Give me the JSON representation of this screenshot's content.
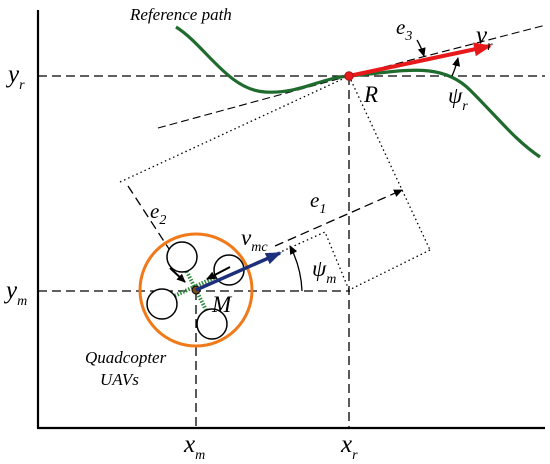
{
  "labels": {
    "reference_path": "Reference path",
    "quadcopter_line1": "Quadcopter",
    "quadcopter_line2": "UAVs",
    "point_R": "R",
    "point_M": "M"
  },
  "axes": {
    "y_r": {
      "main": "y",
      "sub": "r"
    },
    "y_m": {
      "main": "y",
      "sub": "m"
    },
    "x_m": {
      "main": "x",
      "sub": "m"
    },
    "x_r": {
      "main": "x",
      "sub": "r"
    }
  },
  "vectors": {
    "v_r": {
      "main": "v",
      "sub": "r"
    },
    "v_mc": {
      "main": "v",
      "sub": "mc"
    }
  },
  "angles": {
    "psi_r": {
      "main": "ψ",
      "sub": "r"
    },
    "psi_m": {
      "main": "ψ",
      "sub": "m"
    }
  },
  "errors": {
    "e1": {
      "main": "e",
      "sub": "1"
    },
    "e2": {
      "main": "e",
      "sub": "2"
    },
    "e3": {
      "main": "e",
      "sub": "3"
    }
  },
  "colors": {
    "path": "#1f6b2e",
    "vr_arrow": "#e8191a",
    "vmc_arrow": "#1c2f7a",
    "quad_circle": "#f07a1a",
    "quad_arms": "#2f8a3e"
  }
}
